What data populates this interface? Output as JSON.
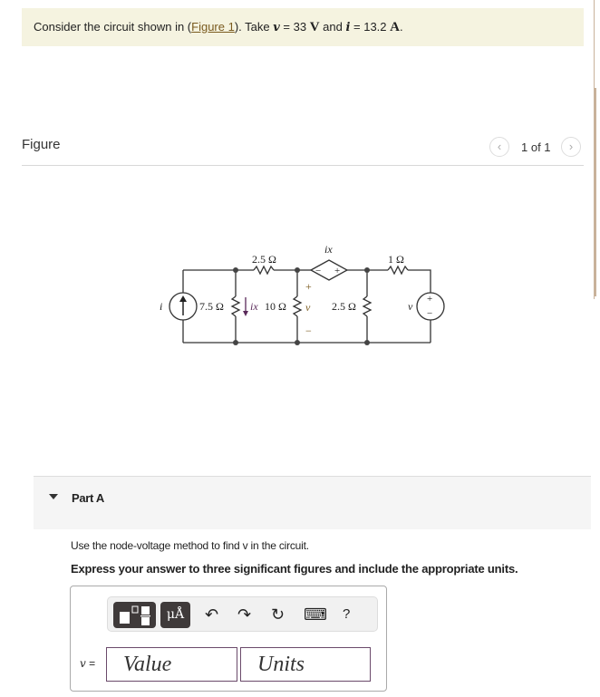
{
  "problem": {
    "prefix": "Consider the circuit shown in (",
    "figure_link": "Figure 1",
    "middle": "). Take ",
    "v_symbol": "v",
    "v_eq": " = 33 ",
    "v_unit": "V",
    "and": " and ",
    "i_symbol": "i",
    "i_eq": " = 13.2 ",
    "i_unit": "A",
    "end": "."
  },
  "figure": {
    "label": "Figure",
    "pager": "1 of 1",
    "prev_icon": "‹",
    "next_icon": "›"
  },
  "circuit": {
    "source_current_label": "i",
    "r1": "2.5 Ω",
    "r_left": "7.5 Ω",
    "ix_label": "ix",
    "r_mid": "10 Ω",
    "v_label": "v",
    "plus": "+",
    "minus": "−",
    "dep_label": "ix",
    "r_right": "2.5 Ω",
    "r_top_right": "1 Ω",
    "vsrc_label": "v"
  },
  "part": {
    "title": "Part A",
    "instruction": "Use the node-voltage method to find v in the circuit.",
    "instruction_bold": "Express your answer to three significant figures and include the appropriate units."
  },
  "answer": {
    "toolbar": {
      "templates_icon": "templates-icon",
      "units_label": "μÅ",
      "undo_icon": "↶",
      "redo_icon": "↷",
      "reset_icon": "↻",
      "keyboard_icon": "⌨",
      "help_label": "?"
    },
    "var_symbol": "v",
    "var_eq": " =",
    "value_placeholder": "Value",
    "units_placeholder": "Units"
  }
}
